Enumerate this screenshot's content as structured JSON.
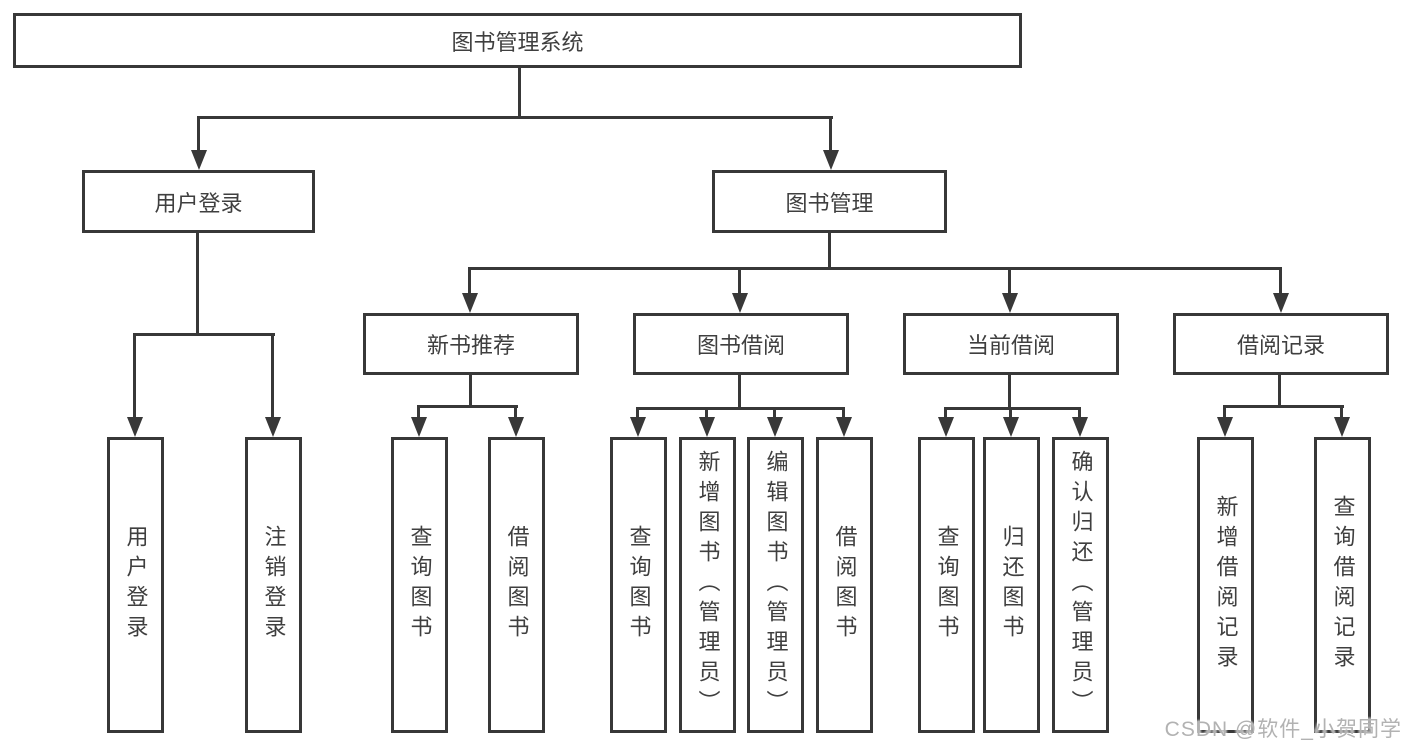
{
  "diagram": {
    "root": "图书管理系统",
    "level2": {
      "user_login": "用户登录",
      "book_management": "图书管理"
    },
    "level3": {
      "new_book_recommendation": "新书推荐",
      "book_borrowing": "图书借阅",
      "current_borrowing": "当前借阅",
      "borrowing_records": "借阅记录"
    },
    "leaves": {
      "user_login": "用户登录",
      "logout": "注销登录",
      "nb_query_books": "查询图书",
      "nb_borrow_books": "借阅图书",
      "bb_query_books": "查询图书",
      "bb_add_books_admin": "新增图书（管理员）",
      "bb_edit_books_admin": "编辑图书（管理员）",
      "bb_borrow_books": "借阅图书",
      "cb_query_books": "查询图书",
      "cb_return_books": "归还图书",
      "cb_confirm_return_admin": "确认归还（管理员）",
      "br_add_record": "新增借阅记录",
      "br_query_record": "查询借阅记录"
    }
  },
  "watermark": "CSDN @软件_小贺同学",
  "colors": {
    "line": "#383838",
    "text": "#3f3f3f",
    "watermark": "#b2b2b2",
    "background": "#ffffff"
  }
}
